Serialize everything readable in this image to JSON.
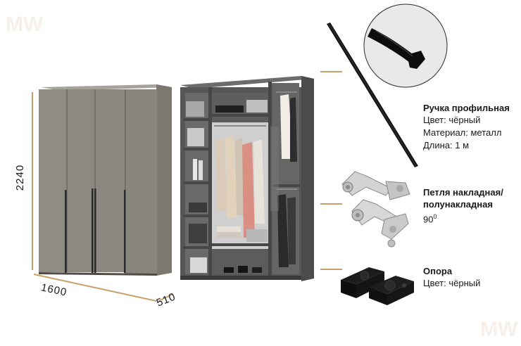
{
  "dimensions": {
    "height": "2240",
    "width": "1600",
    "depth": "510"
  },
  "colors": {
    "accent": "#c9a06a",
    "door": "#8a877e",
    "carcass": "#565656",
    "handle": "#111111"
  },
  "callouts": {
    "handle": {
      "title": "Ручка профильная",
      "lines": [
        "Цвет: чёрный",
        "Материал: металл",
        "Длина: 1 м"
      ]
    },
    "hinge": {
      "title_line1": "Петля накладная/",
      "title_line2": "полунакладная",
      "angle": "90",
      "degree": "0"
    },
    "support": {
      "title": "Опора",
      "lines": [
        "Цвет: чёрный"
      ]
    }
  },
  "icons": [
    "logo-watermark",
    "handle-profile-image",
    "hinge-image",
    "support-foot-image",
    "wardrobe-closed-image",
    "wardrobe-open-image"
  ]
}
